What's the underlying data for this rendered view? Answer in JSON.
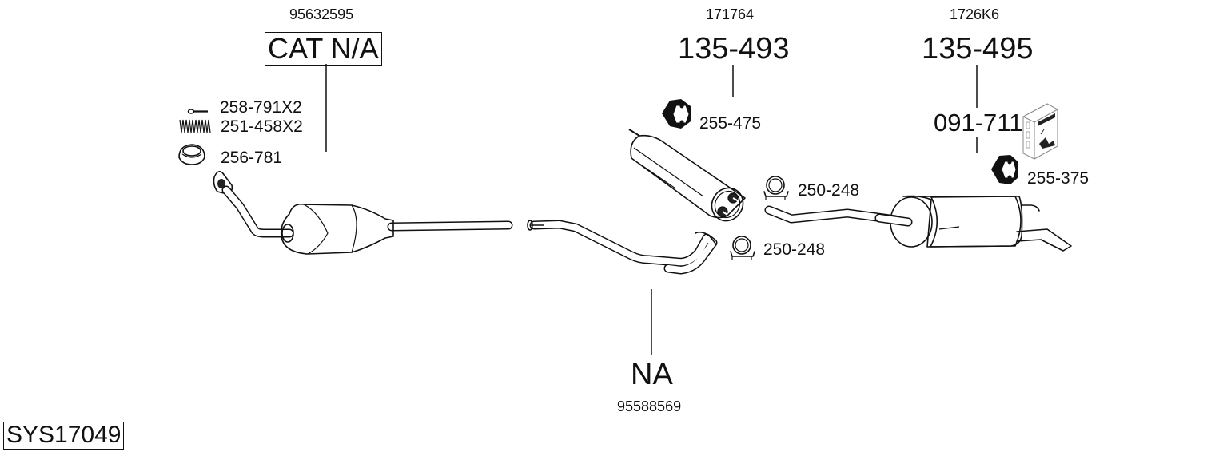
{
  "diagram": {
    "system_id": "SYS17049",
    "sections": [
      {
        "oem_number": "95632595",
        "part_label": "CAT N/A",
        "boxed": true,
        "accessories": [
          {
            "icon": "bolt-icon",
            "part": "258-791X2"
          },
          {
            "icon": "spring-icon",
            "part": "251-458X2"
          },
          {
            "icon": "gasket-ring-icon",
            "part": "256-781"
          }
        ]
      },
      {
        "oem_number": "95588569",
        "part_label": "NA",
        "boxed": false,
        "accessories": []
      },
      {
        "oem_number": "171764",
        "part_label": "135-493",
        "boxed": false,
        "accessories": [
          {
            "icon": "rubber-mount-icon",
            "part": "255-475"
          },
          {
            "icon": "pipe-clamp-icon",
            "part": "250-248"
          },
          {
            "icon": "pipe-clamp-icon",
            "part": "250-248"
          }
        ]
      },
      {
        "oem_number": "1726K6",
        "part_label": "135-495",
        "boxed": false,
        "fitting_kit": "091-711",
        "accessories": [
          {
            "icon": "fitting-kit-box-icon",
            "part": ""
          },
          {
            "icon": "rubber-mount-icon",
            "part": "255-375"
          }
        ]
      }
    ]
  }
}
